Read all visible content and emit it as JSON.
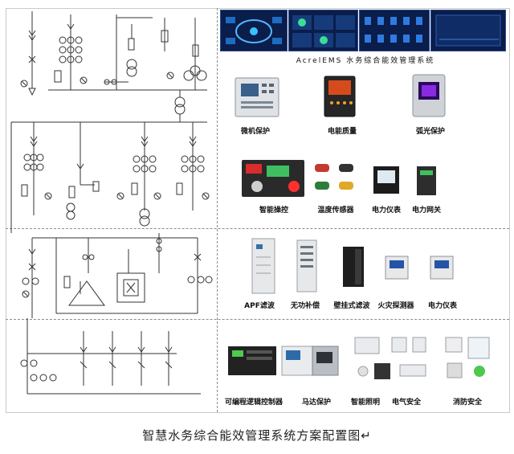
{
  "caption": "智慧水务综合能效管理系统方案配置图↵",
  "platform_label": "AcrelEMS 水务综合能效管理系统",
  "row1": [
    "微机保护",
    "电能质量",
    "弧光保护"
  ],
  "row2": [
    "智能操控",
    "温度传感器",
    "电力仪表",
    "电力网关"
  ],
  "row3": [
    "APF滤波",
    "无功补偿",
    "壁挂式滤波",
    "火灾探测器",
    "电力仪表"
  ],
  "row4": [
    "可编程逻辑控制器",
    "马达保护",
    "智能照明",
    "电气安全",
    "消防安全"
  ]
}
